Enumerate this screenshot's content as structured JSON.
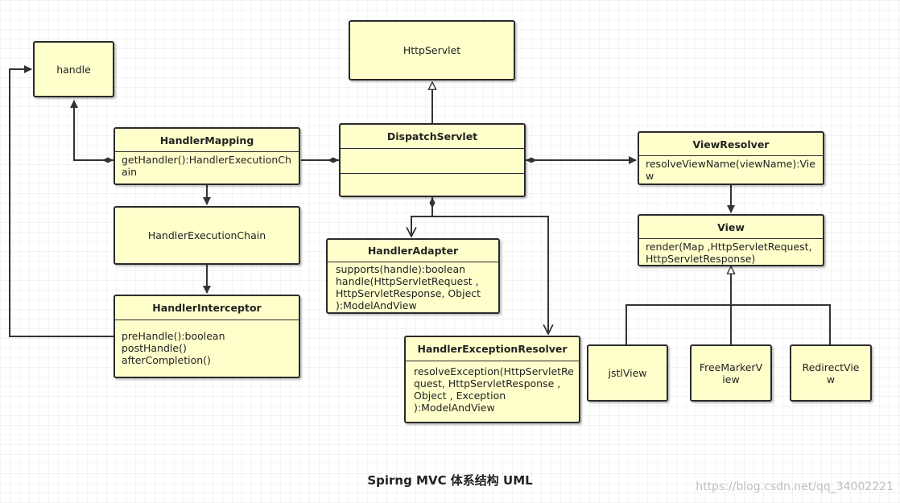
{
  "caption": "Spirng MVC 体系结构 UML",
  "watermark": "https://blog.csdn.net/qq_34002221",
  "nodes": {
    "handle": {
      "label": "handle"
    },
    "http_servlet": {
      "label": "HttpServlet"
    },
    "handler_mapping": {
      "title": "HandlerMapping",
      "lines": [
        "getHandler():HandlerExecutionCh",
        "ain"
      ]
    },
    "dispatch_servlet": {
      "title": "DispatchServlet"
    },
    "view_resolver": {
      "title": "ViewResolver",
      "lines": [
        "resolveViewName(viewName):Vie",
        "w"
      ]
    },
    "handler_execution_chain": {
      "label": "HandlerExecutionChain"
    },
    "view": {
      "title": "View",
      "lines": [
        "render(Map ,HttpServletRequest,",
        "HttpServletResponse)"
      ]
    },
    "handler_adapter": {
      "title": "HandlerAdapter",
      "lines": [
        "supports(handle):boolean",
        "handle(HttpServletRequest ,",
        "HttpServletResponse, Object",
        "):ModelAndView"
      ]
    },
    "handler_interceptor": {
      "title": "HandlerInterceptor",
      "lines": [
        "preHandle():boolean",
        "postHandle()",
        "afterCompletion()"
      ]
    },
    "handler_exception_resolver": {
      "title": "HandlerExceptionResolver",
      "lines": [
        "resolveException(HttpServletRe",
        "quest, HttpServletResponse ,",
        "Object , Exception",
        "):ModelAndView"
      ]
    },
    "jstl_view": {
      "label": "jstlView"
    },
    "freemarker_view": {
      "lines": [
        "FreeMarkerV",
        "iew"
      ]
    },
    "redirect_view": {
      "lines": [
        "RedirectVie",
        "w"
      ]
    }
  }
}
